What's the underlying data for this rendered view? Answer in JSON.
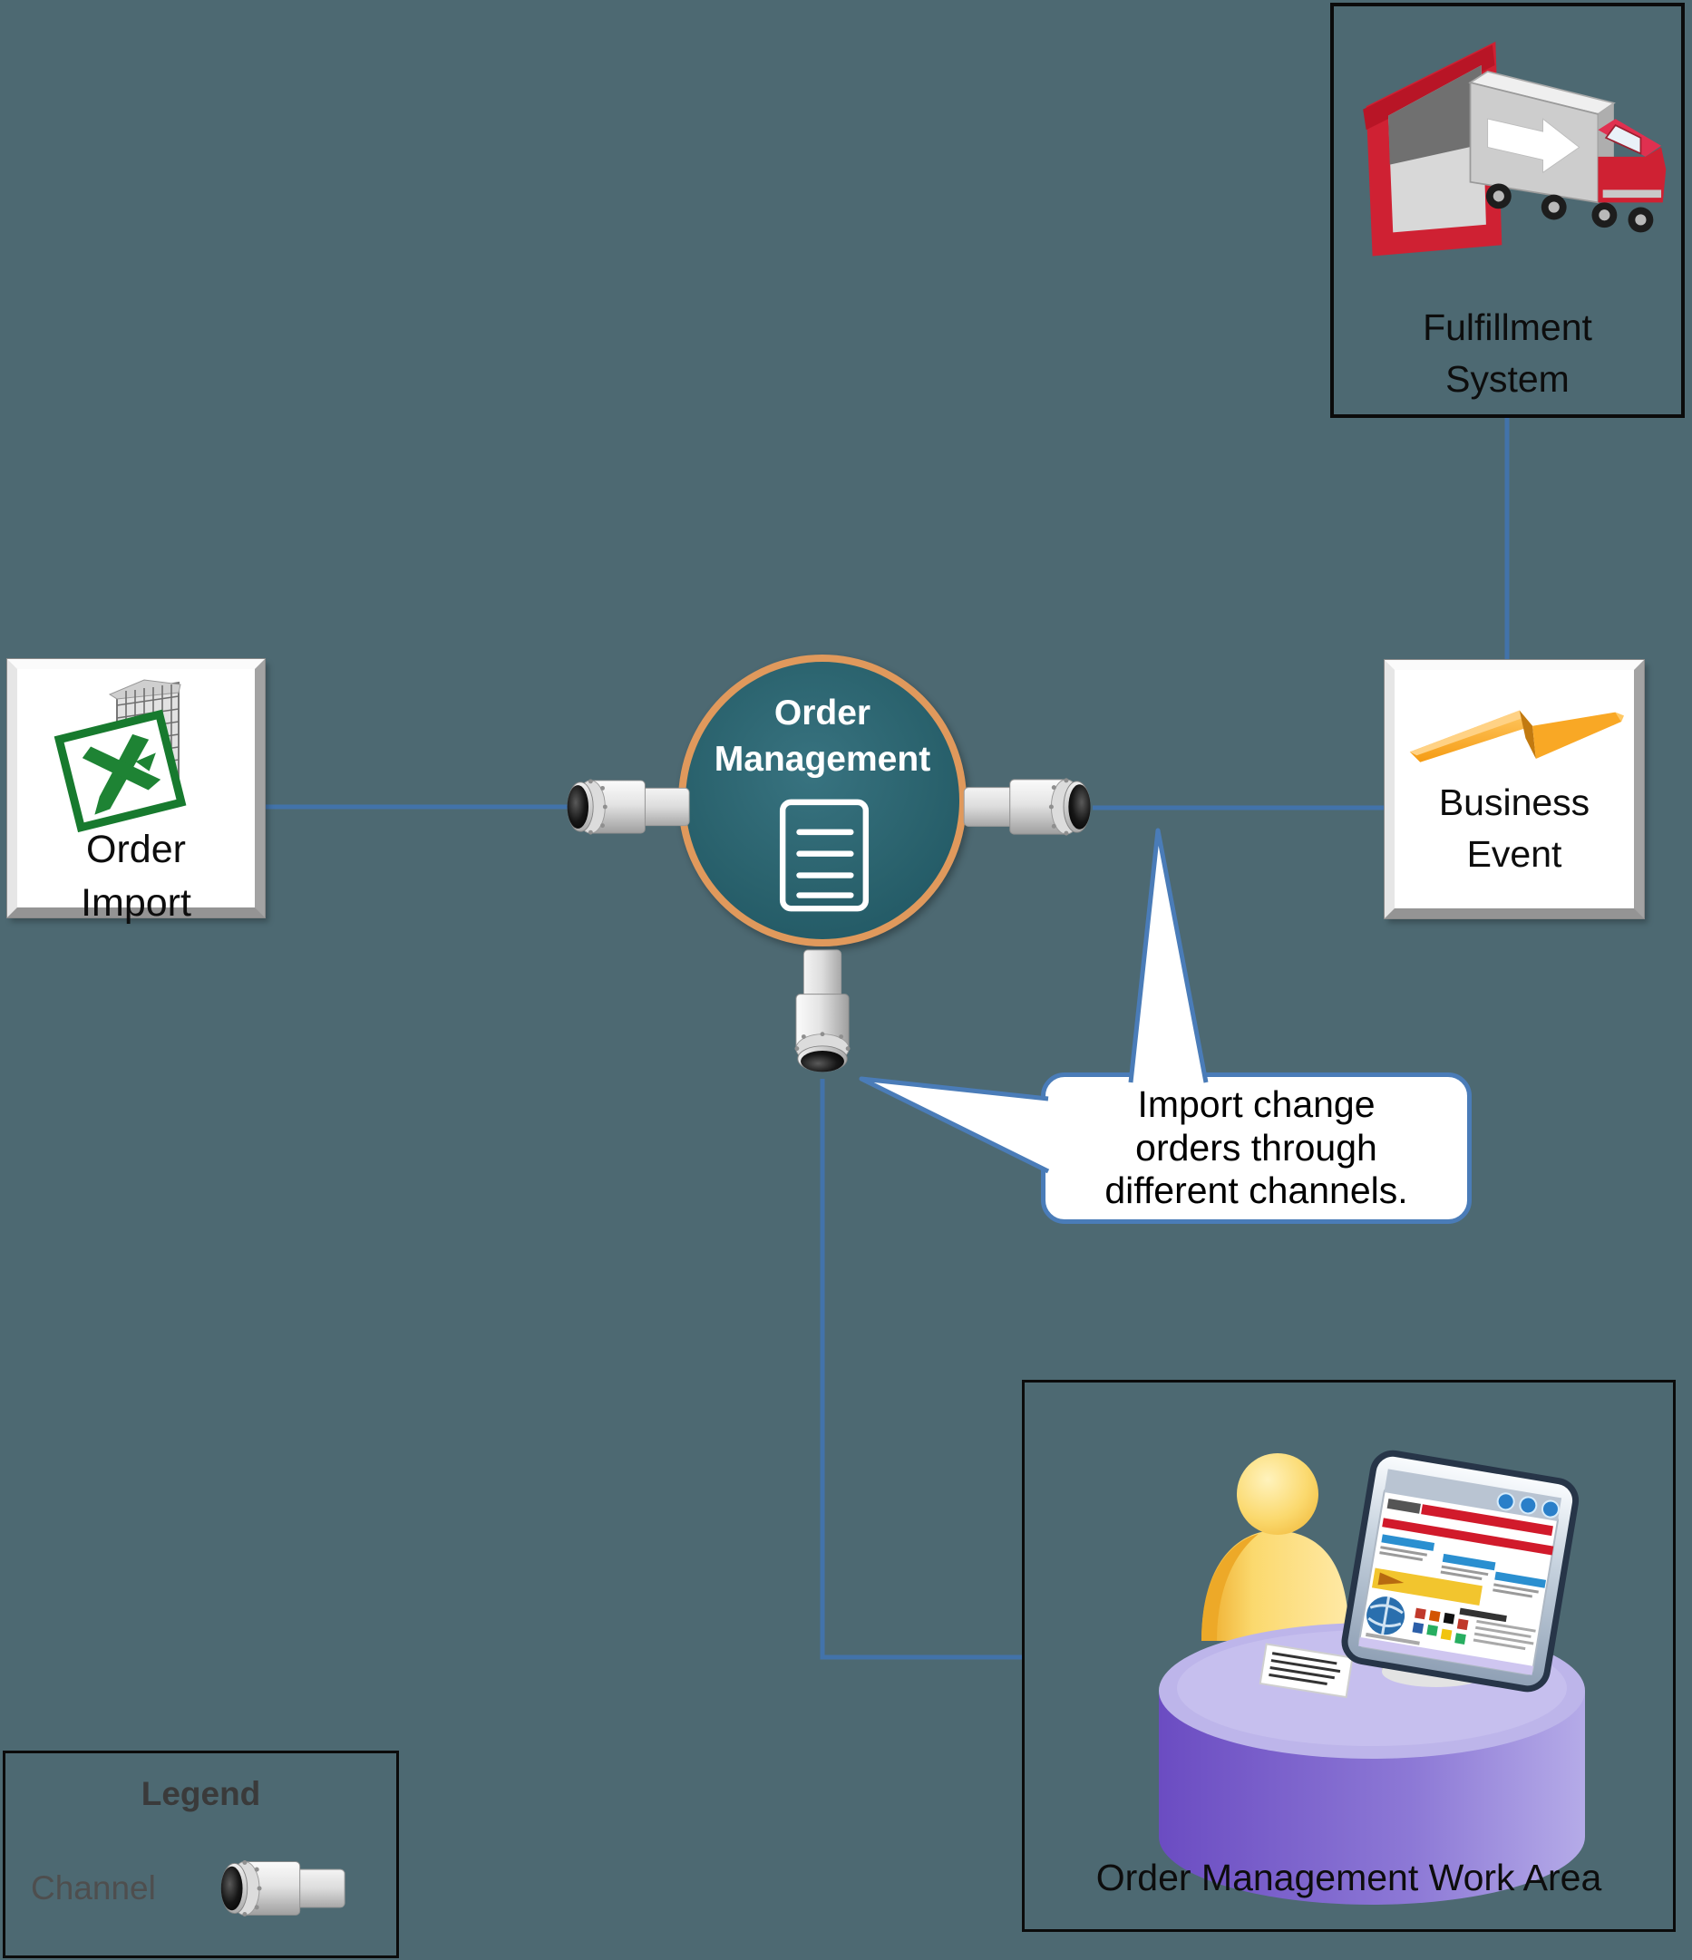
{
  "colors": {
    "background": "#4d6972",
    "connector_line": "#4273aa",
    "callout_border": "#4a7cb8",
    "circle_fill": "#2a626d",
    "circle_border": "#e0995c",
    "box_border": "#000000",
    "bolt_orange": "#f5a01e",
    "excel_green": "#177a2e",
    "truck_red": "#cf2133",
    "desk_purple": "#7b5ecf",
    "person_yellow": "#f8c94e"
  },
  "fulfillment_system": {
    "icon": "truck-dock-icon",
    "lines": [
      "Fulfillment",
      "System"
    ]
  },
  "order_import": {
    "icon": "excel-spreadsheet-icon",
    "lines": [
      "Order",
      "Import"
    ]
  },
  "order_management": {
    "icon": "document-icon",
    "lines": [
      "Order",
      "Management"
    ]
  },
  "business_event": {
    "icon": "lightning-bolt-icon",
    "lines": [
      "Business",
      "Event"
    ]
  },
  "work_area": {
    "icon": "workstation-icon",
    "label": "Order Management Work Area"
  },
  "callout": {
    "lines": [
      "Import change",
      "orders through",
      "different channels."
    ]
  },
  "legend": {
    "title": "Legend",
    "channel_label": "Channel",
    "icon": "channel-connector-icon"
  }
}
